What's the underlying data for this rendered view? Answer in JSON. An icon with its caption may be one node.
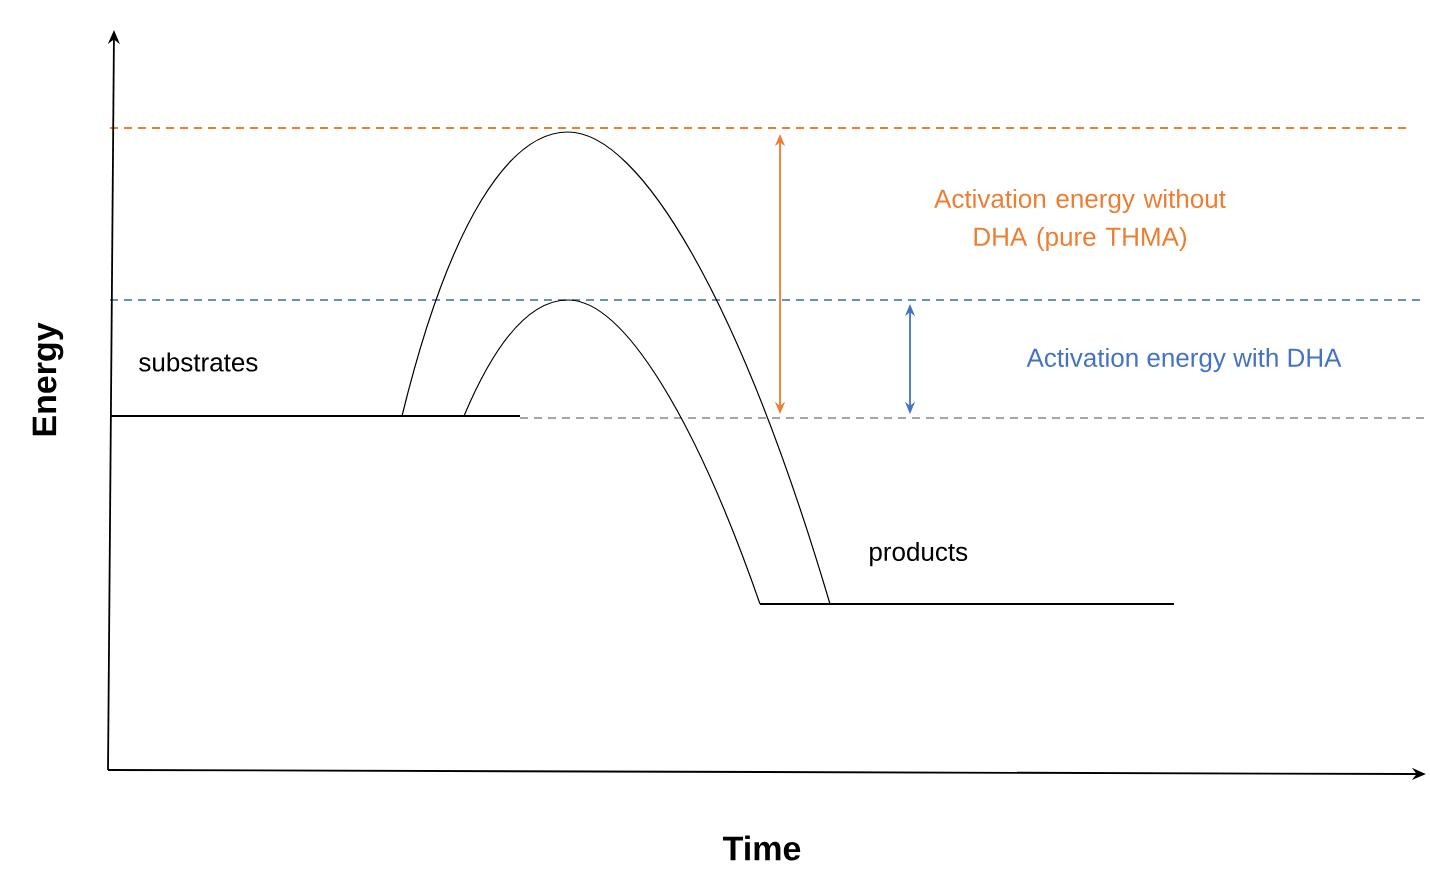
{
  "diagram": {
    "labels": [
      "Activation energy without DHA (pure THMA)",
      "Activation energy with DHA",
      "substrates",
      "Energy",
      "products",
      "Time"
    ]
  }
}
